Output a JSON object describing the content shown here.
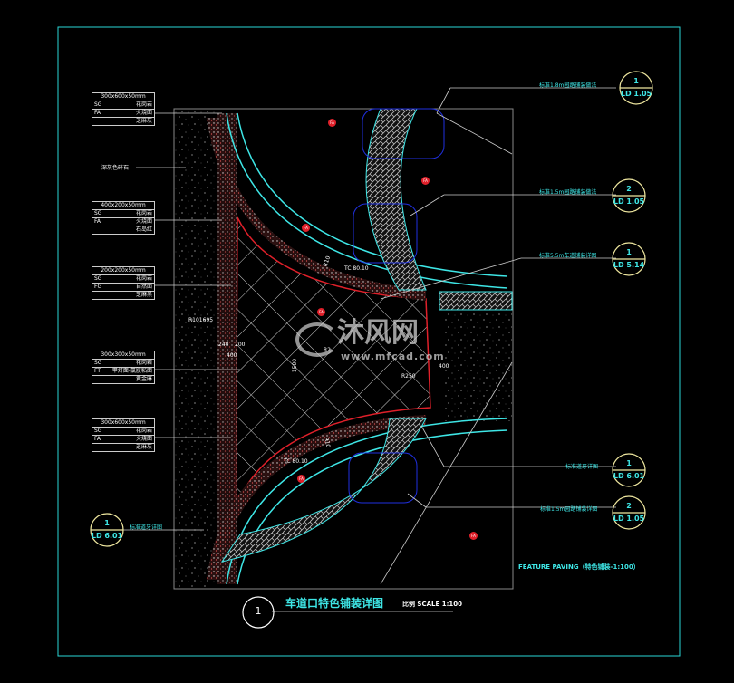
{
  "colors": {
    "background": "#000000",
    "frame": "#2ad6d6",
    "curb": "#3ee6e6",
    "edge_red": "#e0202a",
    "callout_text": "#3ee6e6",
    "blue_outline": "#2030e0",
    "dim_white": "#ffffff"
  },
  "legend_tables": [
    {
      "size": "300x600x50mm",
      "rows": [
        [
          "SG",
          "花岗岩"
        ],
        [
          "FA",
          "火烧面"
        ],
        [
          "",
          "芝麻灰"
        ]
      ]
    },
    {
      "size": "400x200x50mm",
      "rows": [
        [
          "SG",
          "花岗岩"
        ],
        [
          "FA",
          "火烧面"
        ],
        [
          "",
          "石岛红"
        ]
      ]
    },
    {
      "size": "200x200x50mm",
      "rows": [
        [
          "SG",
          "花岗岩"
        ],
        [
          "FG",
          "自然面"
        ],
        [
          "",
          "芝麻黑"
        ]
      ]
    },
    {
      "size": "300x300x50mm",
      "rows": [
        [
          "SG",
          "花岗岩"
        ],
        [
          "FT",
          "甲灯面-氯胶粘面"
        ],
        [
          "",
          "黄金麻"
        ]
      ]
    },
    {
      "size": "300x600x50mm",
      "rows": [
        [
          "SG",
          "花岗岩"
        ],
        [
          "FA",
          "火烧面"
        ],
        [
          "",
          "芝麻灰"
        ]
      ]
    }
  ],
  "gravel_label": "深灰色碎石",
  "callouts": [
    {
      "text": "标准1.8m园路铺装做法",
      "num": "1",
      "ref": "LD 1.05"
    },
    {
      "text": "标准1.5m园路铺装做法",
      "num": "2",
      "ref": "LD 1.05"
    },
    {
      "text": "标准5.5m车道铺装详图",
      "num": "1",
      "ref": "LD 5.14"
    },
    {
      "text": "标准道牙详图",
      "num": "1",
      "ref": "LD 6.01"
    },
    {
      "text": "标准1.5m园路铺装详图",
      "num": "2",
      "ref": "LD 1.05"
    }
  ],
  "left_callout": {
    "text": "标准道牙详图",
    "num": "1",
    "ref": "LD 6.01"
  },
  "markers": {
    "fa": "FA",
    "tc_top": "TC 80.10",
    "tc_bottom": "TC 80.10",
    "r10_top": "R10",
    "r10_bottom": "R10",
    "r_big": "R101695",
    "r2": "R2",
    "r250": "R250",
    "d240": "240",
    "d200": "200",
    "d400": "400",
    "d400b": "400",
    "d1500": "1500"
  },
  "feature_paving": "FEATURE PAVING（特色铺装-1:100）",
  "title": {
    "num": "1",
    "text": "车道口特色铺装详图",
    "scale": "比例 SCALE 1:100"
  },
  "watermark": {
    "cn": "沐风网",
    "url": "www.mfcad.com"
  }
}
